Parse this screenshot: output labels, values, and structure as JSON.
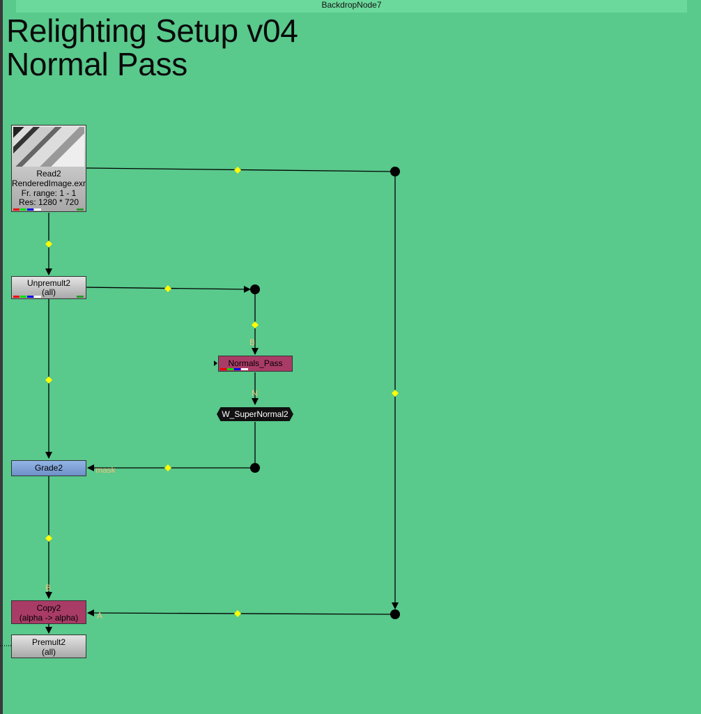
{
  "backdrop": {
    "name": "BackdropNode7",
    "label_line1": "Relighting Setup v04",
    "label_line2": "Normal Pass",
    "color": "#59c98c"
  },
  "nodes": {
    "read": {
      "name": "Read2",
      "file": "RenderedImage.exr",
      "frame_range": "Fr. range: 1 - 1",
      "resolution": "Res: 1280 * 720"
    },
    "unpremult": {
      "name": "Unpremult2",
      "channels": "(all)"
    },
    "normals_pass": {
      "name": "Normals_Pass"
    },
    "super_normal": {
      "name": "W_SuperNormal2"
    },
    "grade": {
      "name": "Grade2"
    },
    "copy": {
      "name": "Copy2",
      "detail": "(alpha -> alpha)"
    },
    "premult": {
      "name": "Premult2",
      "channels": "(all)"
    }
  },
  "ports": {
    "normals_b": "B",
    "super_n": "N",
    "grade_mask": "mask",
    "copy_b": "B",
    "copy_a": "A"
  },
  "colors": {
    "wire": "#000000",
    "diamond": "#ffff00",
    "port_label": "#f1c27d",
    "pink_node": "#a93c66",
    "grade_node": "#7fa2d7"
  }
}
